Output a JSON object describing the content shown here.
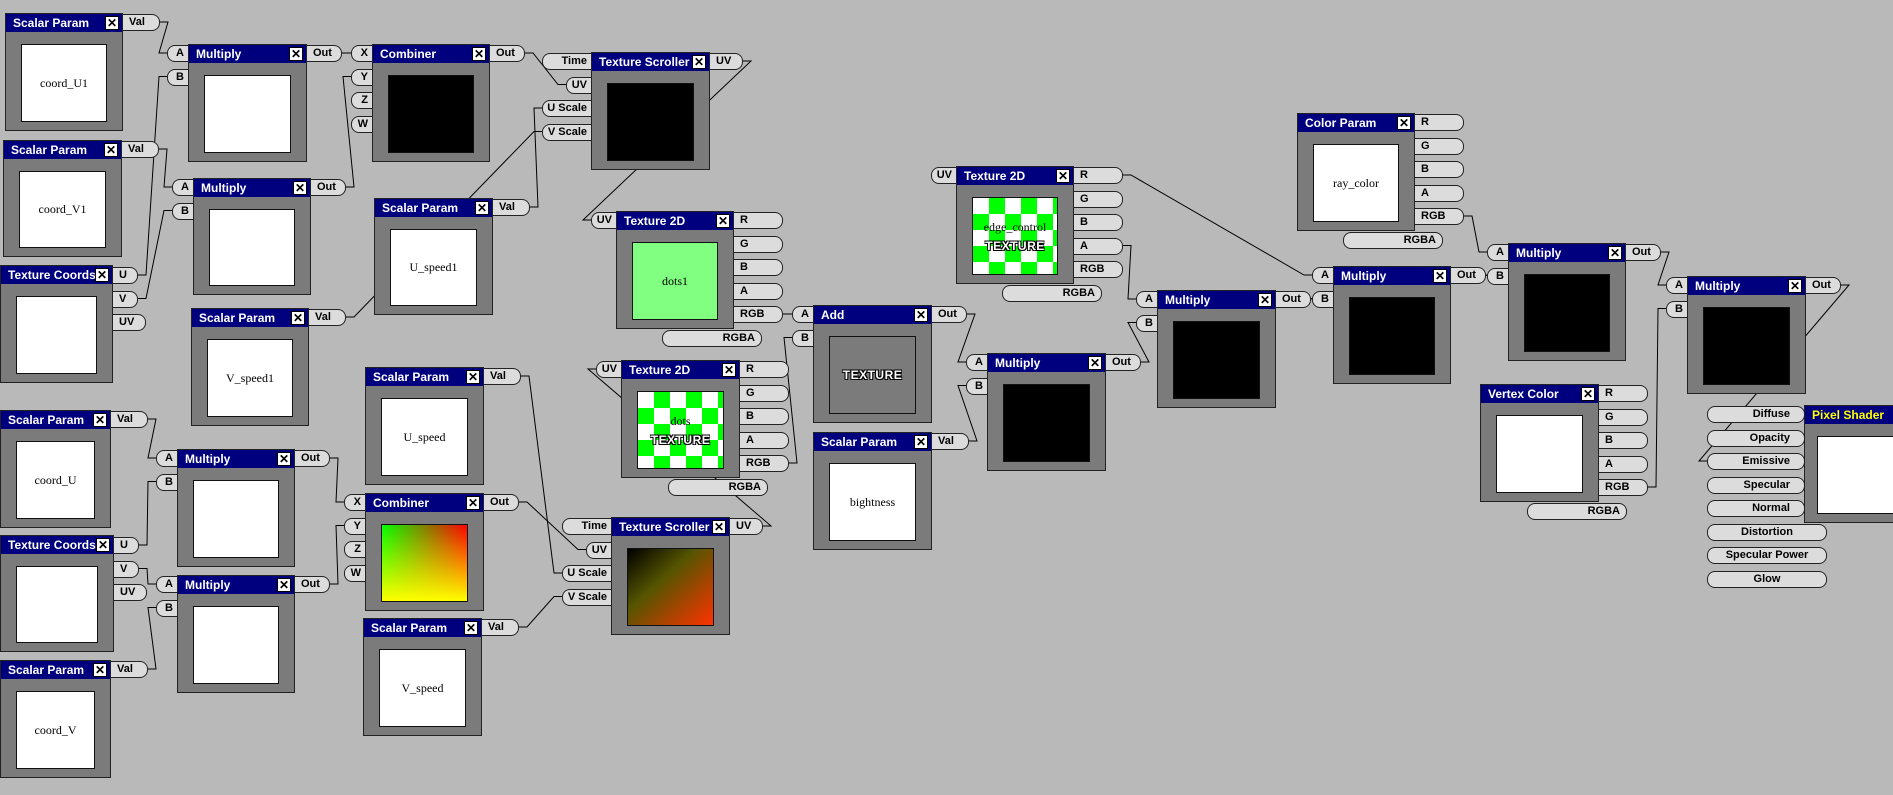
{
  "nodes": [
    {
      "id": "n1",
      "title": "Scalar Param",
      "preview": "white",
      "label": "coord_U1",
      "pins": {
        "out": [
          "Val"
        ]
      }
    },
    {
      "id": "n2",
      "title": "Scalar Param",
      "preview": "white",
      "label": "coord_V1",
      "pins": {
        "out": [
          "Val"
        ]
      }
    },
    {
      "id": "n3",
      "title": "Texture Coords",
      "preview": "white",
      "label": "",
      "pins": {
        "out": [
          "U",
          "V",
          "UV"
        ]
      }
    },
    {
      "id": "n4",
      "title": "Multiply",
      "preview": "white",
      "label": "",
      "pins": {
        "in": [
          "A",
          "B"
        ],
        "out": [
          "Out"
        ]
      }
    },
    {
      "id": "n5",
      "title": "Multiply",
      "preview": "white",
      "label": "",
      "pins": {
        "in": [
          "A",
          "B"
        ],
        "out": [
          "Out"
        ]
      }
    },
    {
      "id": "n6",
      "title": "Scalar Param",
      "preview": "white",
      "label": "V_speed1",
      "pins": {
        "out": [
          "Val"
        ]
      }
    },
    {
      "id": "n7",
      "title": "Combiner",
      "preview": "black",
      "label": "",
      "pins": {
        "in": [
          "X",
          "Y",
          "Z",
          "W"
        ],
        "out": [
          "Out"
        ]
      }
    },
    {
      "id": "n8",
      "title": "Scalar Param",
      "preview": "white",
      "label": "U_speed1",
      "pins": {
        "out": [
          "Val"
        ]
      }
    },
    {
      "id": "n9",
      "title": "Texture Scroller",
      "preview": "black",
      "label": "",
      "pins": {
        "in": [
          "Time",
          "UV",
          "U Scale",
          "V Scale"
        ],
        "out": [
          "UV"
        ]
      }
    },
    {
      "id": "n10",
      "title": "Texture 2D",
      "preview": "green",
      "label": "dots1",
      "pins": {
        "in": [
          "UV"
        ],
        "out": [
          "R",
          "G",
          "B",
          "A",
          "RGB",
          "RGBA"
        ]
      }
    },
    {
      "id": "n11",
      "title": "Texture 2D",
      "preview": "check",
      "label": "dots",
      "texword": "TEXTURE",
      "pins": {
        "in": [
          "UV"
        ],
        "out": [
          "R",
          "G",
          "B",
          "A",
          "RGB",
          "RGBA"
        ]
      }
    },
    {
      "id": "n12",
      "title": "Add",
      "preview": "checklight",
      "label": "",
      "texword": "TEXTURE",
      "pins": {
        "in": [
          "A",
          "B"
        ],
        "out": [
          "Out"
        ]
      }
    },
    {
      "id": "n13",
      "title": "Scalar Param",
      "preview": "white",
      "label": "bightness",
      "pins": {
        "out": [
          "Val"
        ]
      }
    },
    {
      "id": "n14",
      "title": "Multiply",
      "preview": "black",
      "label": "",
      "pins": {
        "in": [
          "A",
          "B"
        ],
        "out": [
          "Out"
        ]
      }
    },
    {
      "id": "n15",
      "title": "Texture 2D",
      "preview": "check",
      "label": "edge_control",
      "texword": "TEXTURE",
      "pins": {
        "in": [
          "UV"
        ],
        "out": [
          "R",
          "G",
          "B",
          "A",
          "RGB",
          "RGBA"
        ]
      }
    },
    {
      "id": "n16",
      "title": "Multiply",
      "preview": "black",
      "label": "",
      "pins": {
        "in": [
          "A",
          "B"
        ],
        "out": [
          "Out"
        ]
      }
    },
    {
      "id": "n17",
      "title": "Color Param",
      "preview": "white",
      "label": "ray_color",
      "pins": {
        "out": [
          "R",
          "G",
          "B",
          "A",
          "RGB",
          "RGBA"
        ]
      }
    },
    {
      "id": "n18",
      "title": "Multiply",
      "preview": "black",
      "label": "",
      "pins": {
        "in": [
          "A",
          "B"
        ],
        "out": [
          "Out"
        ]
      }
    },
    {
      "id": "n19",
      "title": "Multiply",
      "preview": "black",
      "label": "",
      "pins": {
        "in": [
          "A",
          "B"
        ],
        "out": [
          "Out"
        ]
      }
    },
    {
      "id": "n20",
      "title": "Vertex Color",
      "preview": "white",
      "label": "",
      "pins": {
        "out": [
          "R",
          "G",
          "B",
          "A",
          "RGB",
          "RGBA"
        ]
      }
    },
    {
      "id": "n21",
      "title": "Multiply",
      "preview": "black",
      "label": "",
      "pins": {
        "in": [
          "A",
          "B"
        ],
        "out": [
          "Out"
        ]
      }
    },
    {
      "id": "n22",
      "title": "Scalar Param",
      "preview": "white",
      "label": "coord_U",
      "pins": {
        "out": [
          "Val"
        ]
      }
    },
    {
      "id": "n23",
      "title": "Texture Coords",
      "preview": "white",
      "label": "",
      "pins": {
        "out": [
          "U",
          "V",
          "UV"
        ]
      }
    },
    {
      "id": "n24",
      "title": "Scalar Param",
      "preview": "white",
      "label": "coord_V",
      "pins": {
        "out": [
          "Val"
        ]
      }
    },
    {
      "id": "n25",
      "title": "Multiply",
      "preview": "white",
      "label": "",
      "pins": {
        "in": [
          "A",
          "B"
        ],
        "out": [
          "Out"
        ]
      }
    },
    {
      "id": "n26",
      "title": "Multiply",
      "preview": "white",
      "label": "",
      "pins": {
        "in": [
          "A",
          "B"
        ],
        "out": [
          "Out"
        ]
      }
    },
    {
      "id": "n27",
      "title": "Scalar Param",
      "preview": "white",
      "label": "U_speed",
      "pins": {
        "out": [
          "Val"
        ]
      }
    },
    {
      "id": "n28",
      "title": "Combiner",
      "preview": "grad",
      "label": "",
      "pins": {
        "in": [
          "X",
          "Y",
          "Z",
          "W"
        ],
        "out": [
          "Out"
        ]
      }
    },
    {
      "id": "n29",
      "title": "Scalar Param",
      "preview": "white",
      "label": "V_speed",
      "pins": {
        "out": [
          "Val"
        ]
      }
    },
    {
      "id": "n30",
      "title": "Texture Scroller",
      "preview": "grad2",
      "label": "",
      "pins": {
        "in": [
          "Time",
          "UV",
          "U Scale",
          "V Scale"
        ],
        "out": [
          "UV"
        ]
      }
    },
    {
      "id": "n31",
      "title": "Pixel Shader",
      "preview": "white",
      "label": "",
      "pins": {
        "in": [
          "Diffuse",
          "Opacity",
          "Emissive",
          "Specular",
          "Normal",
          "Distortion",
          "Specular Power",
          "Glow"
        ]
      }
    }
  ],
  "close_glyph": "✕"
}
